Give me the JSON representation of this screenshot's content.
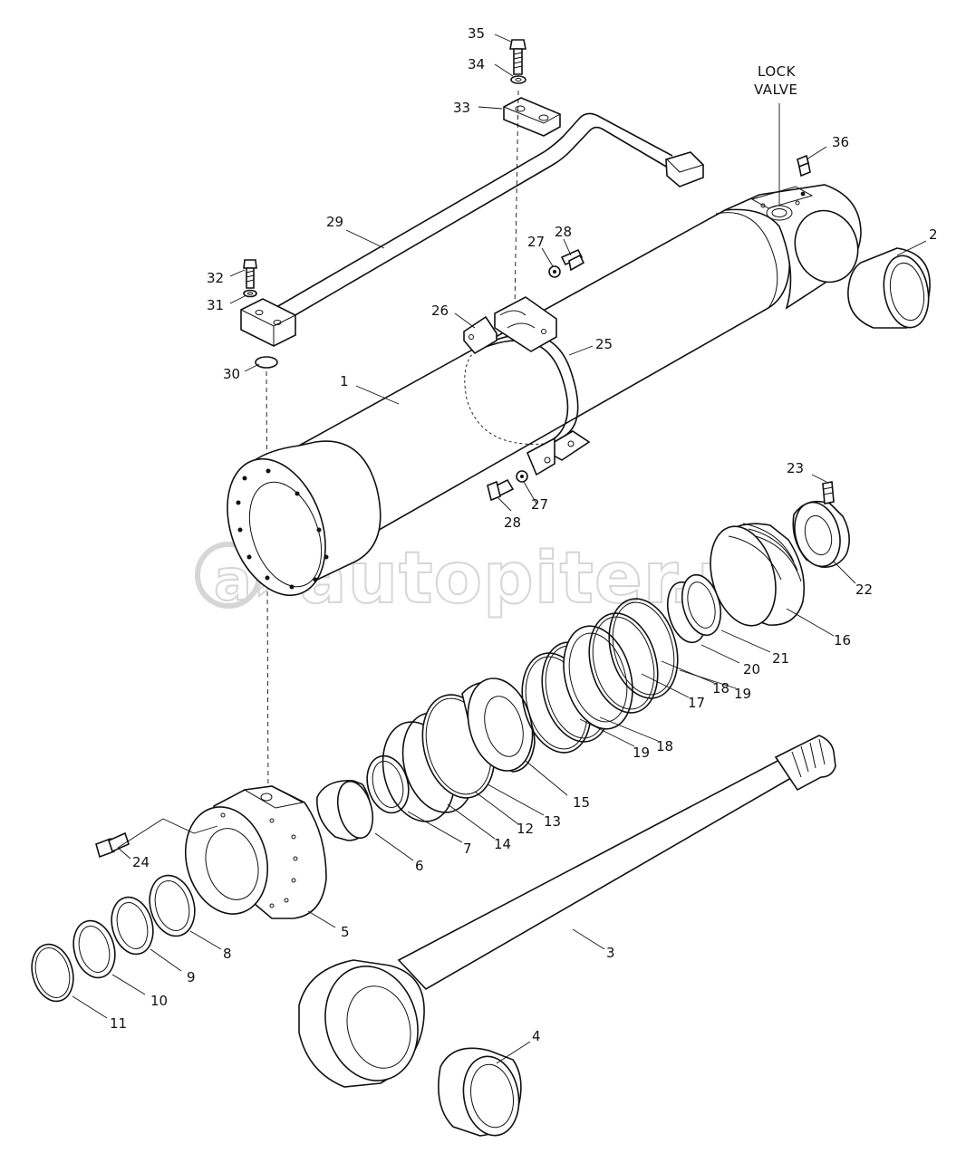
{
  "callouts": [
    {
      "id": "c1",
      "text": "1"
    },
    {
      "id": "c2",
      "text": "2"
    },
    {
      "id": "c3",
      "text": "3"
    },
    {
      "id": "c4",
      "text": "4"
    },
    {
      "id": "c5",
      "text": "5"
    },
    {
      "id": "c6",
      "text": "6"
    },
    {
      "id": "c7",
      "text": "7"
    },
    {
      "id": "c8",
      "text": "8"
    },
    {
      "id": "c9",
      "text": "9"
    },
    {
      "id": "c10",
      "text": "10"
    },
    {
      "id": "c11",
      "text": "11"
    },
    {
      "id": "c12",
      "text": "12"
    },
    {
      "id": "c13",
      "text": "13"
    },
    {
      "id": "c14",
      "text": "14"
    },
    {
      "id": "c15",
      "text": "15"
    },
    {
      "id": "c16",
      "text": "16"
    },
    {
      "id": "c17",
      "text": "17"
    },
    {
      "id": "c18a",
      "text": "18"
    },
    {
      "id": "c18b",
      "text": "18"
    },
    {
      "id": "c19a",
      "text": "19"
    },
    {
      "id": "c19b",
      "text": "19"
    },
    {
      "id": "c20",
      "text": "20"
    },
    {
      "id": "c21",
      "text": "21"
    },
    {
      "id": "c22",
      "text": "22"
    },
    {
      "id": "c23",
      "text": "23"
    },
    {
      "id": "c24",
      "text": "24"
    },
    {
      "id": "c25",
      "text": "25"
    },
    {
      "id": "c26",
      "text": "26"
    },
    {
      "id": "c27a",
      "text": "27"
    },
    {
      "id": "c27b",
      "text": "27"
    },
    {
      "id": "c28a",
      "text": "28"
    },
    {
      "id": "c28b",
      "text": "28"
    },
    {
      "id": "c29",
      "text": "29"
    },
    {
      "id": "c30",
      "text": "30"
    },
    {
      "id": "c31",
      "text": "31"
    },
    {
      "id": "c32",
      "text": "32"
    },
    {
      "id": "c33",
      "text": "33"
    },
    {
      "id": "c34",
      "text": "34"
    },
    {
      "id": "c35",
      "text": "35"
    },
    {
      "id": "c36",
      "text": "36"
    }
  ],
  "lock_valve_label": [
    "LOCK",
    "VALVE"
  ],
  "watermark": "autopiter.ru"
}
